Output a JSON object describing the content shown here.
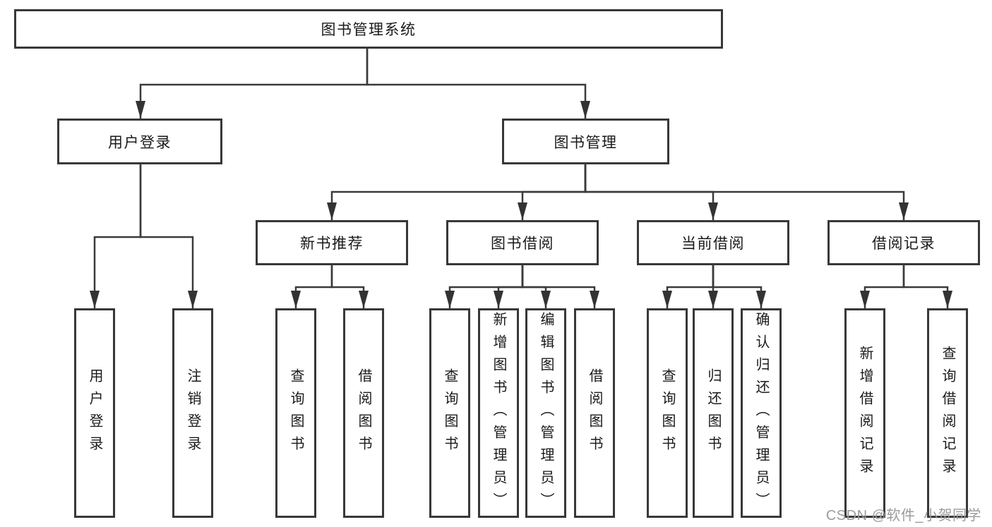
{
  "diagram": {
    "type": "hierarchy-tree",
    "colors": {
      "line": "#3a3a3a",
      "box_border": "#383838",
      "box_background": "#ffffff",
      "text": "#1a1a1a",
      "watermark": "#9b9b9b"
    },
    "nodes": {
      "root": "图书管理系统",
      "level2": [
        "用户登录",
        "图书管理"
      ],
      "level3": [
        "新书推荐",
        "图书借阅",
        "当前借阅",
        "借阅记录"
      ],
      "leaves": {
        "user_login": [
          "用户登录",
          "注销登录"
        ],
        "new_book_recommend": [
          "查询图书",
          "借阅图书"
        ],
        "book_borrow": [
          "查询图书",
          "新增图书（管理员）",
          "编辑图书（管理员）",
          "借阅图书"
        ],
        "current_borrow": [
          "查询图书",
          "归还图书",
          "确认归还（管理员）"
        ],
        "borrow_records": [
          "新增借阅记录",
          "查询借阅记录"
        ]
      }
    }
  },
  "watermark": {
    "text": "CSDN @软件_小贺同学"
  }
}
